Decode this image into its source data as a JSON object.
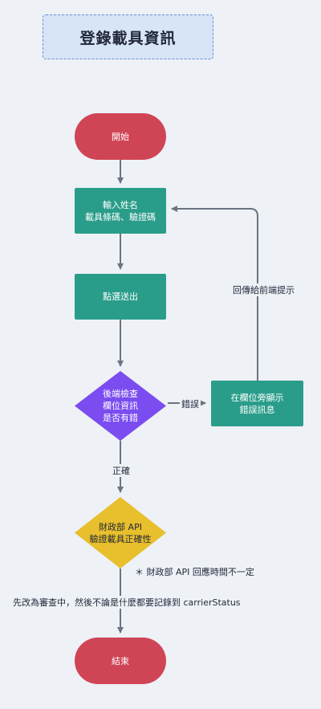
{
  "title": "登錄載具資訊",
  "nodes": {
    "start": "開始",
    "input_line1": "輸入姓名",
    "input_line2": "載具條碼、驗證碼",
    "submit": "點選送出",
    "check_line1": "後端檢查",
    "check_line2": "欄位資訊",
    "check_line3": "是否有錯",
    "show_error_line1": "在欄位旁顯示",
    "show_error_line2": "錯誤訊息",
    "verify_line1": "財政部 API",
    "verify_line2": "驗證載具正確性",
    "end": "結束"
  },
  "edges": {
    "error": "錯誤",
    "correct": "正確",
    "return_hint": "回傳給前端提示",
    "pending_note": "先改為審查中，然後不論是什麼都要記錄到 carrierStatus",
    "api_note": "＊ 財政部 API 回應時間不一定"
  },
  "colors": {
    "terminal": "#cf4556",
    "process": "#2a9d8a",
    "decision": "#7b4cf0",
    "api_decision": "#e8bf2c",
    "connector": "#6b7480",
    "title_bg": "#d7e5f7"
  }
}
